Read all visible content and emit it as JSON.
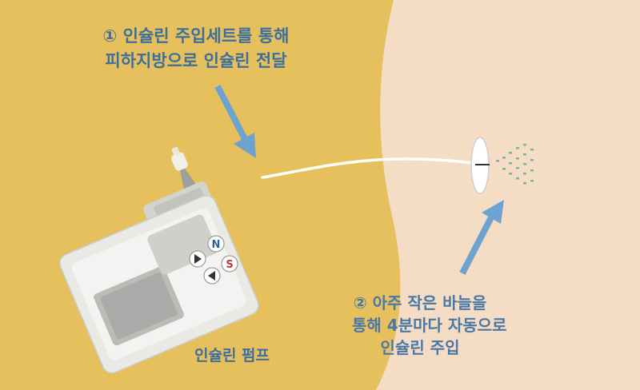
{
  "labels": {
    "delivery_line1": "① 인슐린 주입세트를 통해",
    "delivery_line2": "피하지방으로 인슐린 전달",
    "injection_line1": "② 아주 작은 바늘을",
    "injection_line2": "통해 4분마다 자동으로",
    "injection_line3": "인슐린 주입",
    "pump": "인슐린 펌프"
  },
  "pump_buttons": {
    "n": "N",
    "s": "S"
  },
  "colors": {
    "skin": "#f4dcc5",
    "fat_layer": "#e6c05c",
    "arrow": "#6ea2cf",
    "text": "#3d6f9c",
    "pump_body": "#e9e9e6",
    "screen": "#a8aba7"
  }
}
